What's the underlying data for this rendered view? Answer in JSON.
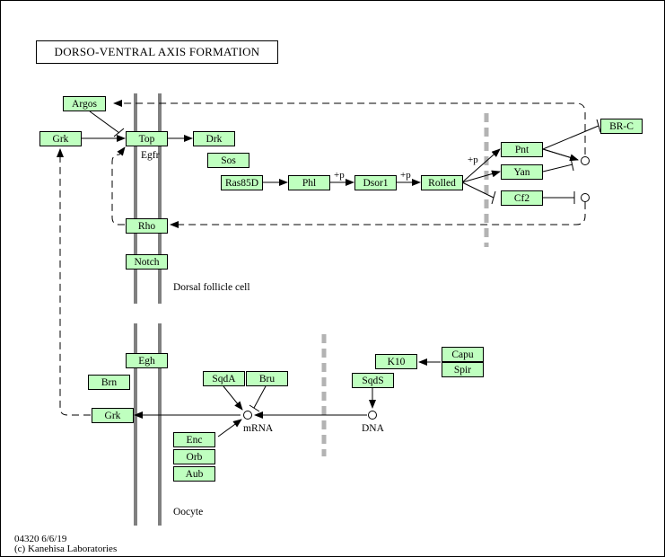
{
  "title": "DORSO-VENTRAL AXIS FORMATION",
  "genes": {
    "argos": "Argos",
    "grk_top": "Grk",
    "top": "Top",
    "drk": "Drk",
    "sos": "Sos",
    "ras85d": "Ras85D",
    "phl": "Phl",
    "dsor1": "Dsor1",
    "rolled": "Rolled",
    "pnt": "Pnt",
    "yan": "Yan",
    "cf2": "Cf2",
    "brc": "BR-C",
    "rho": "Rho",
    "notch": "Notch",
    "egh": "Egh",
    "brn": "Brn",
    "grk_bottom": "Grk",
    "sqda": "SqdA",
    "bru": "Bru",
    "enc": "Enc",
    "orb": "Orb",
    "aub": "Aub",
    "k10": "K10",
    "capu": "Capu",
    "spir": "Spir",
    "sqds": "SqdS"
  },
  "labels": {
    "egfr": "Egfr",
    "dorsal_follicle_cell": "Dorsal follicle cell",
    "oocyte": "Oocyte",
    "mrna": "mRNA",
    "dna": "DNA",
    "plus_p_1": "+p",
    "plus_p_2": "+p",
    "plus_p_3": "+p"
  },
  "footer": {
    "map_id": "04320 6/6/19",
    "copyright": "(c) Kanehisa Laboratories"
  },
  "colors": {
    "node_fill": "#bfffbf",
    "membrane": "#808080",
    "dashed_divider": "#b3b3b3"
  }
}
